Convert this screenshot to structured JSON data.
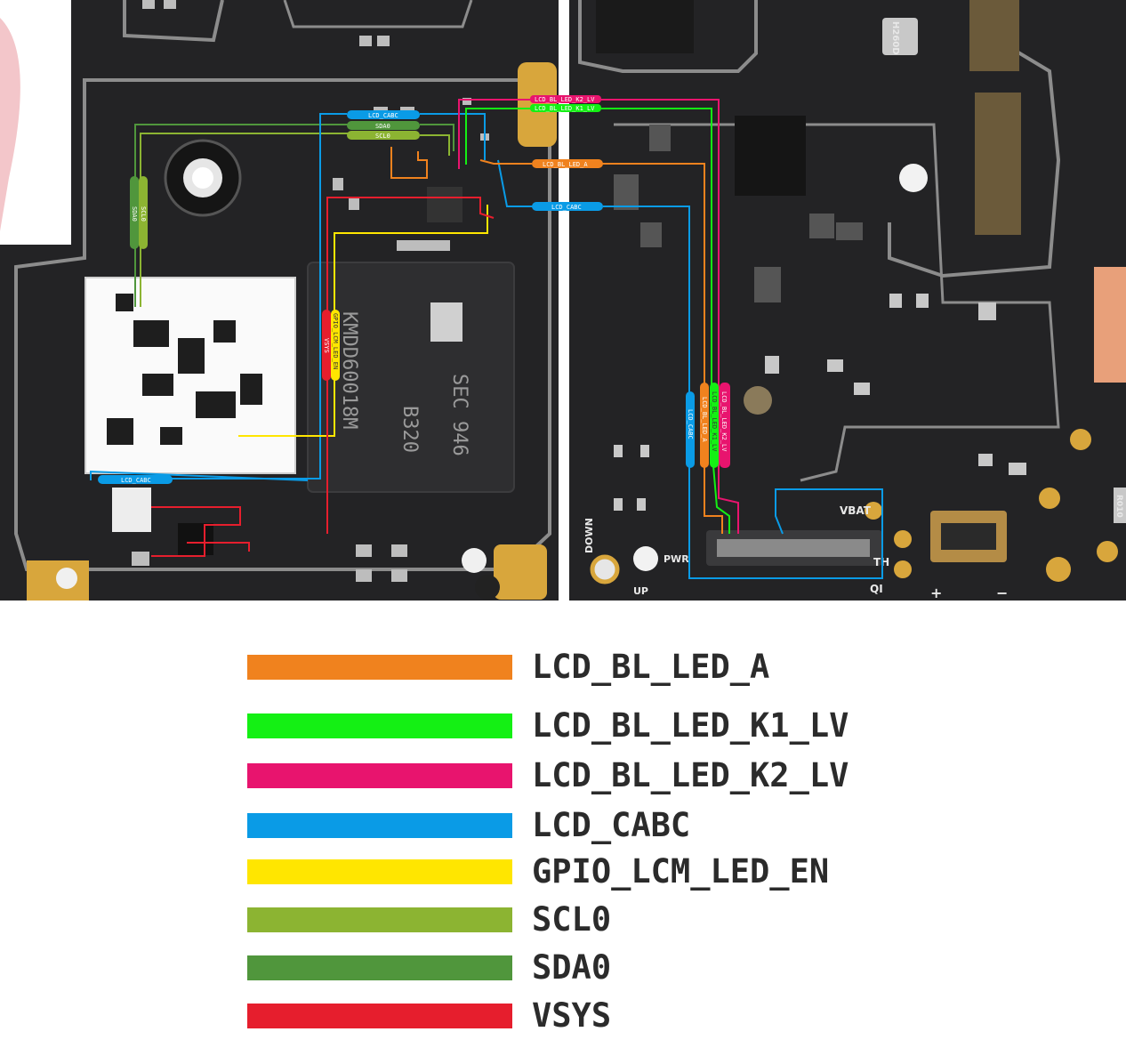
{
  "board": {
    "silkscreen": {
      "vbat": "VBAT",
      "th": "TH",
      "qi": "QI",
      "pwr": "PWR",
      "up": "UP",
      "down": "DOWN",
      "plus": "+",
      "minus": "−",
      "crystal": "H260D",
      "res_code": "R010"
    },
    "chips": {
      "emmc_line1": "KMDD60018M",
      "emmc_line2": "SEC 946",
      "emmc_line3": "B320"
    },
    "trace_labels": {
      "led_k2": "LCD_BL_LED_K2_LV",
      "led_k1": "LCD_BL_LED_K1_LV",
      "cabc_top": "LCD_CABC",
      "sda_top": "SDA0",
      "scl_top": "SCL0",
      "led_a": "LCD_BL_LED_A",
      "cabc_mid": "LCD_CABC",
      "scl_v": "SCL0",
      "sda_v": "SDA0",
      "gpio_v": "GPIO_LCM_LED_EN",
      "vsys_v": "VSYS",
      "cabc_bottom": "LCD_CABC",
      "cabc_v": "LCD_CABC",
      "leda_v": "LCD_BL_LED_A",
      "ledk1_v": "LCD_BL_LED_K1_LV",
      "ledk2_v": "LCD_BL_LED_K2_LV"
    }
  },
  "legend": [
    {
      "label": "LCD_BL_LED_A",
      "color": "#f0821e"
    },
    {
      "label": "LCD_BL_LED_K1_LV",
      "color": "#14f014"
    },
    {
      "label": "LCD_BL_LED_K2_LV",
      "color": "#e8146e"
    },
    {
      "label": "LCD_CABC",
      "color": "#0a9be6"
    },
    {
      "label": "GPIO_LCM_LED_EN",
      "color": "#ffe600"
    },
    {
      "label": "SCL0",
      "color": "#8cb432"
    },
    {
      "label": "SDA0",
      "color": "#50963c"
    },
    {
      "label": "VSYS",
      "color": "#e61e2d"
    }
  ]
}
